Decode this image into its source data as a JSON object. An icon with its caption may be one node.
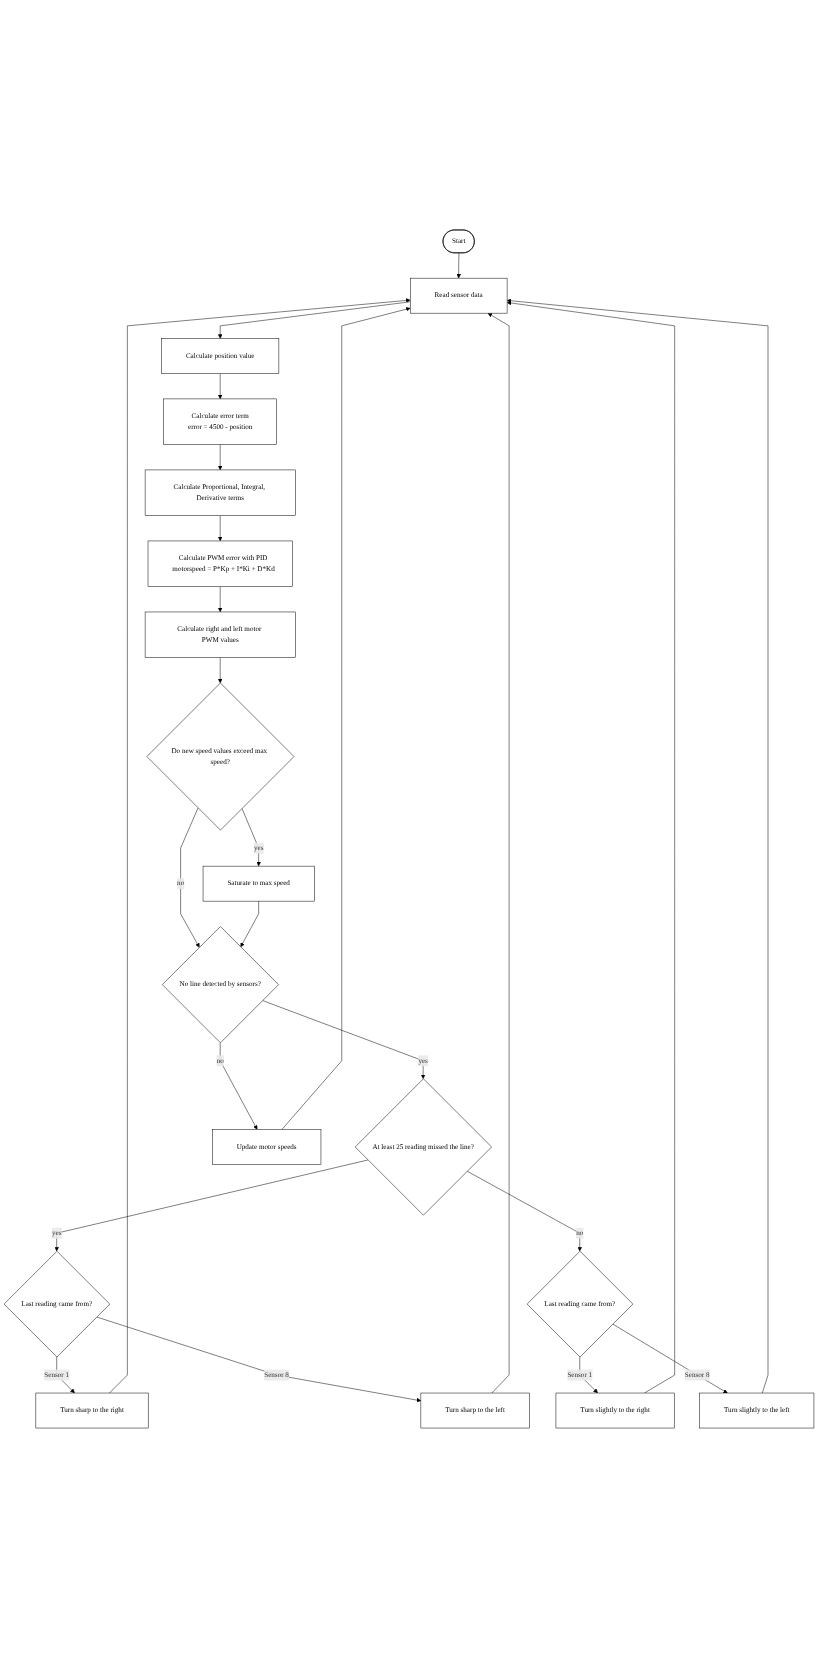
{
  "diagram": {
    "nodes": [
      {
        "text": [
          "Start"
        ]
      },
      {
        "text": [
          "Read sensor data"
        ]
      },
      {
        "text": [
          "Calculate position value"
        ]
      },
      {
        "text": [
          "Turn sharp to the left"
        ]
      },
      {
        "text": [
          "Turn sharp to the right"
        ]
      },
      {
        "text": [
          "Calculate error term",
          "error = 4500 - position"
        ]
      },
      {
        "text": [
          "Last reading came from?"
        ]
      },
      {
        "text": [
          "Calculate Proportional, Integral, Derivative terms"
        ]
      },
      {
        "text": [
          "Turn slightly to the left"
        ]
      },
      {
        "text": [
          "Calculate PWM error with PID",
          "motorspeed = P*Kp + I*Ki + D*Kd"
        ]
      },
      {
        "text": [
          "Turn slightly to the right"
        ]
      },
      {
        "text": [
          "Calculate right and left motor PWM values"
        ]
      },
      {
        "text": [
          "Do new speed values exceed max speed?"
        ]
      },
      {
        "text": [
          "Last reading came from?"
        ]
      },
      {
        "text": [
          "At least 25 reading missed the line?"
        ]
      },
      {
        "text": [
          "Saturate to max speed"
        ]
      },
      {
        "text": [
          "No line detected by sensors?"
        ]
      },
      {
        "text": [
          "Update motor speeds"
        ]
      }
    ],
    "edges": [
      {
        "from": 0,
        "to": 1,
        "arrow": "to"
      },
      {
        "from": 1,
        "to": 2,
        "arrow": "to"
      },
      {
        "from": 2,
        "to": 5,
        "arrow": "to"
      },
      {
        "from": 5,
        "to": 7,
        "arrow": "to"
      },
      {
        "from": 7,
        "to": 9,
        "arrow": "to"
      },
      {
        "from": 9,
        "to": 11,
        "arrow": "to"
      },
      {
        "from": 11,
        "to": 12,
        "arrow": "to"
      },
      {
        "from": 12,
        "to": 15,
        "label": "yes",
        "arrow": "to"
      },
      {
        "from": 12,
        "to": 16,
        "label": "no",
        "arrow": "to"
      },
      {
        "from": 15,
        "to": 16,
        "arrow": "to"
      },
      {
        "from": 16,
        "to": 17,
        "label": "no",
        "arrow": "to"
      },
      {
        "from": 16,
        "to": 14,
        "label": "yes",
        "arrow": "to"
      },
      {
        "from": 17,
        "to": 1,
        "arrow": "to"
      },
      {
        "from": 14,
        "to": 6,
        "label": "yes",
        "arrow": "to"
      },
      {
        "from": 14,
        "to": 13,
        "label": "no",
        "arrow": "to"
      },
      {
        "from": 6,
        "to": 4,
        "label": "Sensor 1",
        "arrow": "to"
      },
      {
        "from": 6,
        "to": 3,
        "label": "Sensor 8",
        "arrow": "to"
      },
      {
        "from": 4,
        "to": 1,
        "arrow": "to"
      },
      {
        "from": 3,
        "to": 1,
        "arrow": "to"
      },
      {
        "from": 13,
        "to": 10,
        "label": "Sensor 1",
        "arrow": "to"
      },
      {
        "from": 13,
        "to": 8,
        "label": "Sensor 8",
        "arrow": "to"
      },
      {
        "from": 10,
        "to": 1,
        "arrow": "to"
      },
      {
        "from": 8,
        "to": 1,
        "arrow": "to"
      }
    ]
  }
}
